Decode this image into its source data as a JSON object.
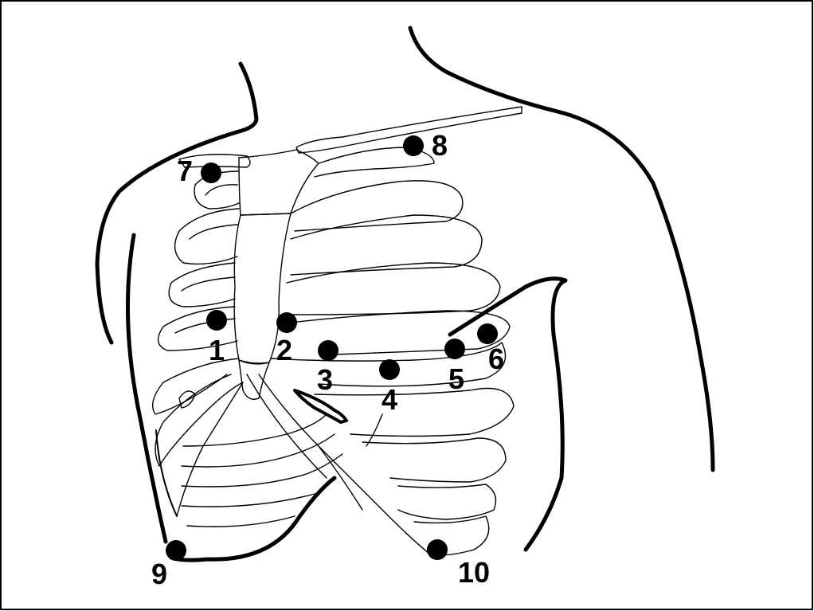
{
  "colors": {
    "background": "#ffffff",
    "line": "#000000",
    "electrode": "#000000",
    "border": "#000000"
  },
  "electrodes": [
    {
      "id": "1",
      "label": "1"
    },
    {
      "id": "2",
      "label": "2"
    },
    {
      "id": "3",
      "label": "3"
    },
    {
      "id": "4",
      "label": "4"
    },
    {
      "id": "5",
      "label": "5"
    },
    {
      "id": "6",
      "label": "6"
    },
    {
      "id": "7",
      "label": "7"
    },
    {
      "id": "8",
      "label": "8"
    },
    {
      "id": "9",
      "label": "9"
    },
    {
      "id": "10",
      "label": "10"
    }
  ]
}
